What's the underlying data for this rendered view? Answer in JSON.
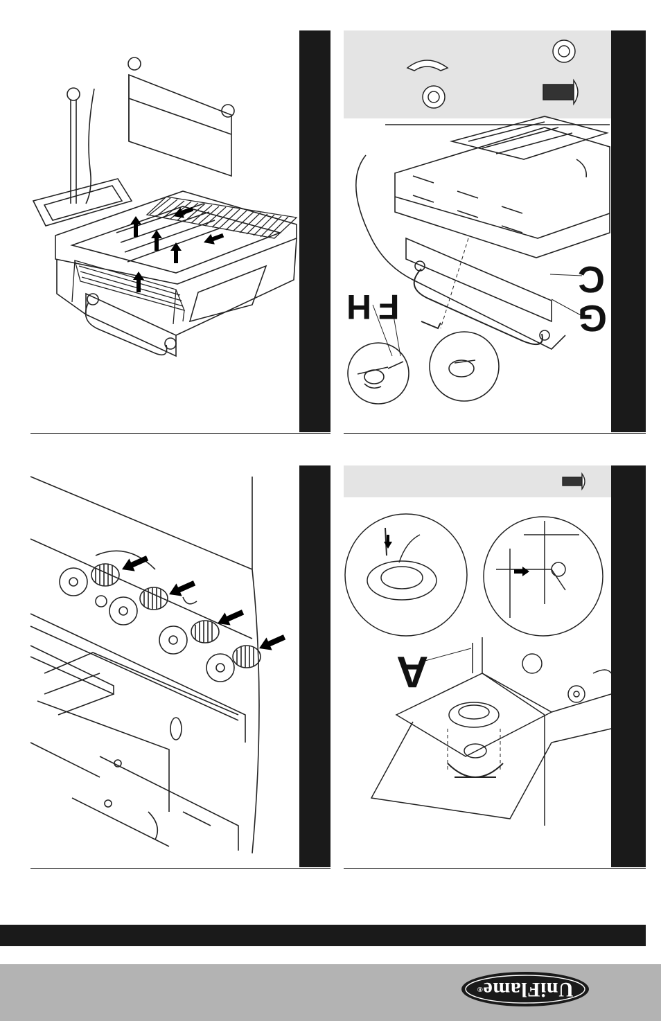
{
  "callouts": {
    "step2": {
      "c": "C",
      "g": "G",
      "f": "F",
      "h": "H"
    },
    "step4": {
      "a": "A"
    }
  },
  "footer": {
    "logo_text": "UniFlame",
    "logo_mark": "®"
  },
  "colors": {
    "tab": "#1a1a1a",
    "hardware_box": "#e4e4e4",
    "footer_band": "#b3b3b3",
    "logo_fill": "#1a1a1a"
  },
  "icons": [
    "up-arrow-icon",
    "insert-arrow-icon",
    "bolt-icon",
    "washer-icon",
    "wing-nut-icon"
  ]
}
